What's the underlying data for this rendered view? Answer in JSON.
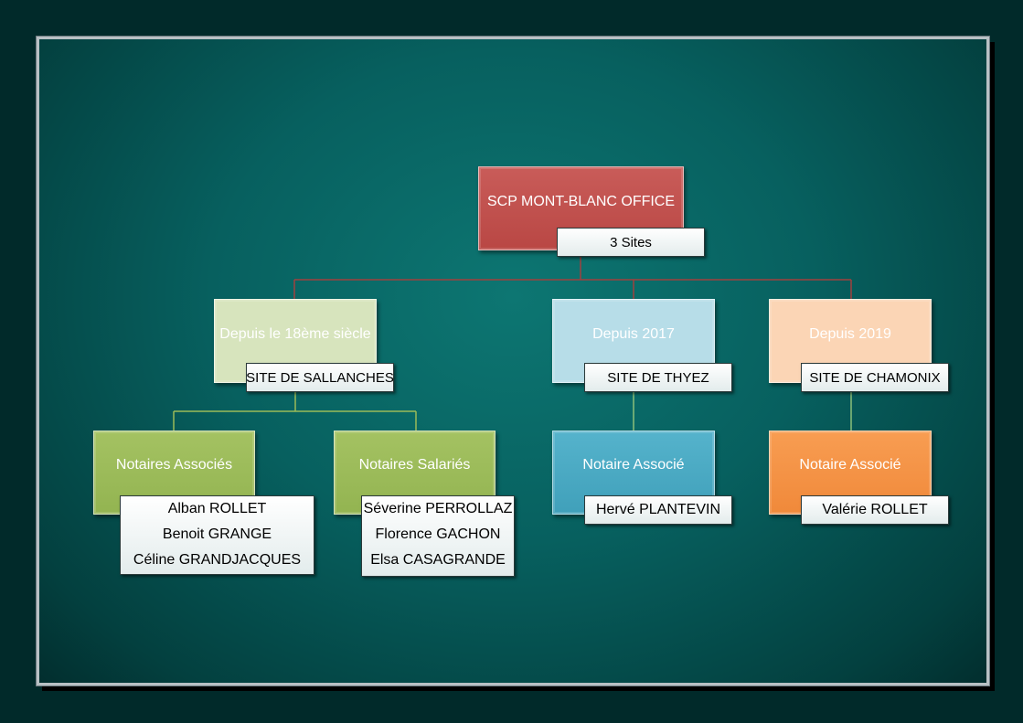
{
  "root": {
    "title": "SCP MONT-BLANC OFFICE",
    "label": "3 Sites",
    "color": "#c0504d"
  },
  "sites": [
    {
      "since": "Depuis le 18ème siècle",
      "label": "SITE DE SALLANCHES",
      "color": "#d7e4bd"
    },
    {
      "since": "Depuis 2017",
      "label": "SITE DE THYEZ",
      "color": "#b7dde8"
    },
    {
      "since": "Depuis 2019",
      "label": "SITE DE CHAMONIX",
      "color": "#fbd5b5"
    }
  ],
  "groups": [
    {
      "title": "Notaires Associés",
      "color": "#9bbb59",
      "members": [
        "Alban ROLLET",
        "Benoit GRANGE",
        "Céline GRANDJACQUES"
      ]
    },
    {
      "title": "Notaires Salariés",
      "color": "#9bbb59",
      "members": [
        "Séverine PERROLLAZ",
        "Florence GACHON",
        "Elsa CASAGRANDE"
      ]
    },
    {
      "title": "Notaire Associé",
      "color": "#4bacc6",
      "members": [
        "Hervé PLANTEVIN"
      ]
    },
    {
      "title": "Notaire Associé",
      "color": "#f79646",
      "members": [
        "Valérie ROLLET"
      ]
    }
  ],
  "connector_colors": {
    "root": "#a0413e",
    "sallanches": "#9bbb59",
    "thyez": "#8cc07a",
    "chamonix": "#8cc07a"
  }
}
